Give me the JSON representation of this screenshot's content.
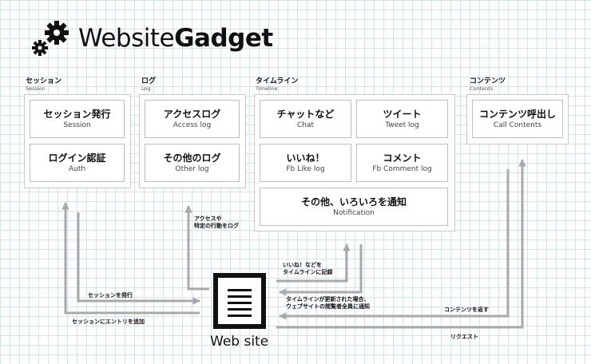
{
  "logo": {
    "text_light": "Website",
    "text_bold": "Gadget",
    "icon": "gears-icon"
  },
  "groups": {
    "session": {
      "title": "セッション",
      "subtitle": "Session",
      "boxes": [
        {
          "title": "セッション発行",
          "subtitle": "Session"
        },
        {
          "title": "ログイン認証",
          "subtitle": "Auth"
        }
      ]
    },
    "log": {
      "title": "ログ",
      "subtitle": "Log",
      "boxes": [
        {
          "title": "アクセスログ",
          "subtitle": "Access log"
        },
        {
          "title": "その他のログ",
          "subtitle": "Other log"
        }
      ]
    },
    "timeline": {
      "title": "タイムライン",
      "subtitle": "Timeline",
      "boxes": [
        {
          "title": "チャットなど",
          "subtitle": "Chat"
        },
        {
          "title": "ツイート",
          "subtitle": "Tweet log"
        },
        {
          "title": "いいね！",
          "subtitle": "Fb Like log"
        },
        {
          "title": "コメント",
          "subtitle": "Fb Comment log"
        },
        {
          "title": "その他、いろいろを通知",
          "subtitle": "Notification"
        }
      ]
    },
    "contents": {
      "title": "コンテンツ",
      "subtitle": "Contents",
      "boxes": [
        {
          "title": "コンテンツ呼出し",
          "subtitle": "Call Contents"
        }
      ]
    }
  },
  "website": {
    "label": "Web site",
    "icon": "document-icon"
  },
  "flow_labels": {
    "issue_session": "セッションを発行",
    "add_session_entry": "セッションにエントリを追加",
    "log_access_line1": "アクセスや",
    "log_access_line2": "特定の行動をログ",
    "record_like_line1": "いいね！などを",
    "record_like_line2": "タイムラインに記録",
    "notify_line1": "タイムラインが更新された場合、",
    "notify_line2": "ウェブサイトの閲覧者全員に通知",
    "return_contents": "コンテンツを返す",
    "request": "リクエスト"
  },
  "colors": {
    "arrow": "#a9a9a9",
    "grid": "#d5e2ea",
    "box_border": "#bdbdbd"
  }
}
